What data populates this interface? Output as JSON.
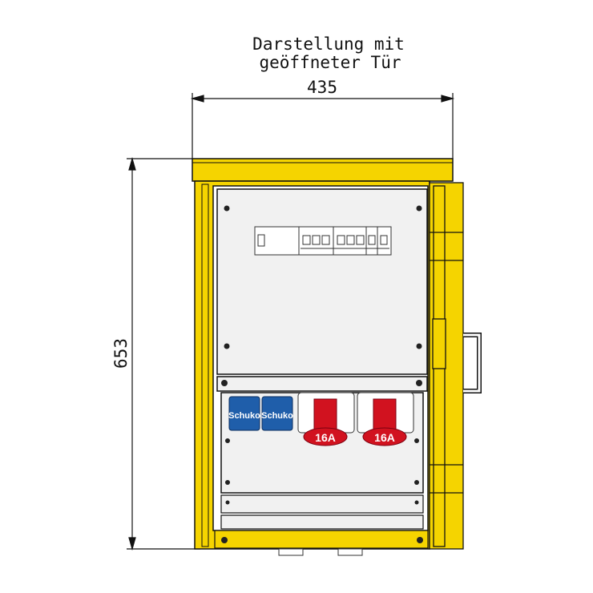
{
  "title": {
    "line1": "Darstellung mit",
    "line2": "geöffneter Tür"
  },
  "dimensions": {
    "width": "435",
    "height": "653"
  },
  "sockets": [
    {
      "label": "Schuko",
      "type": "schuko"
    },
    {
      "label": "Schuko",
      "type": "schuko"
    },
    {
      "label": "16A",
      "type": "cee"
    },
    {
      "label": "16A",
      "type": "cee"
    }
  ],
  "colors": {
    "housing": "#f5d400",
    "schuko": "#1f5eaa",
    "cee": "#d1121f",
    "panel": "#f1f1f1",
    "outline": "#1a1a1a"
  }
}
